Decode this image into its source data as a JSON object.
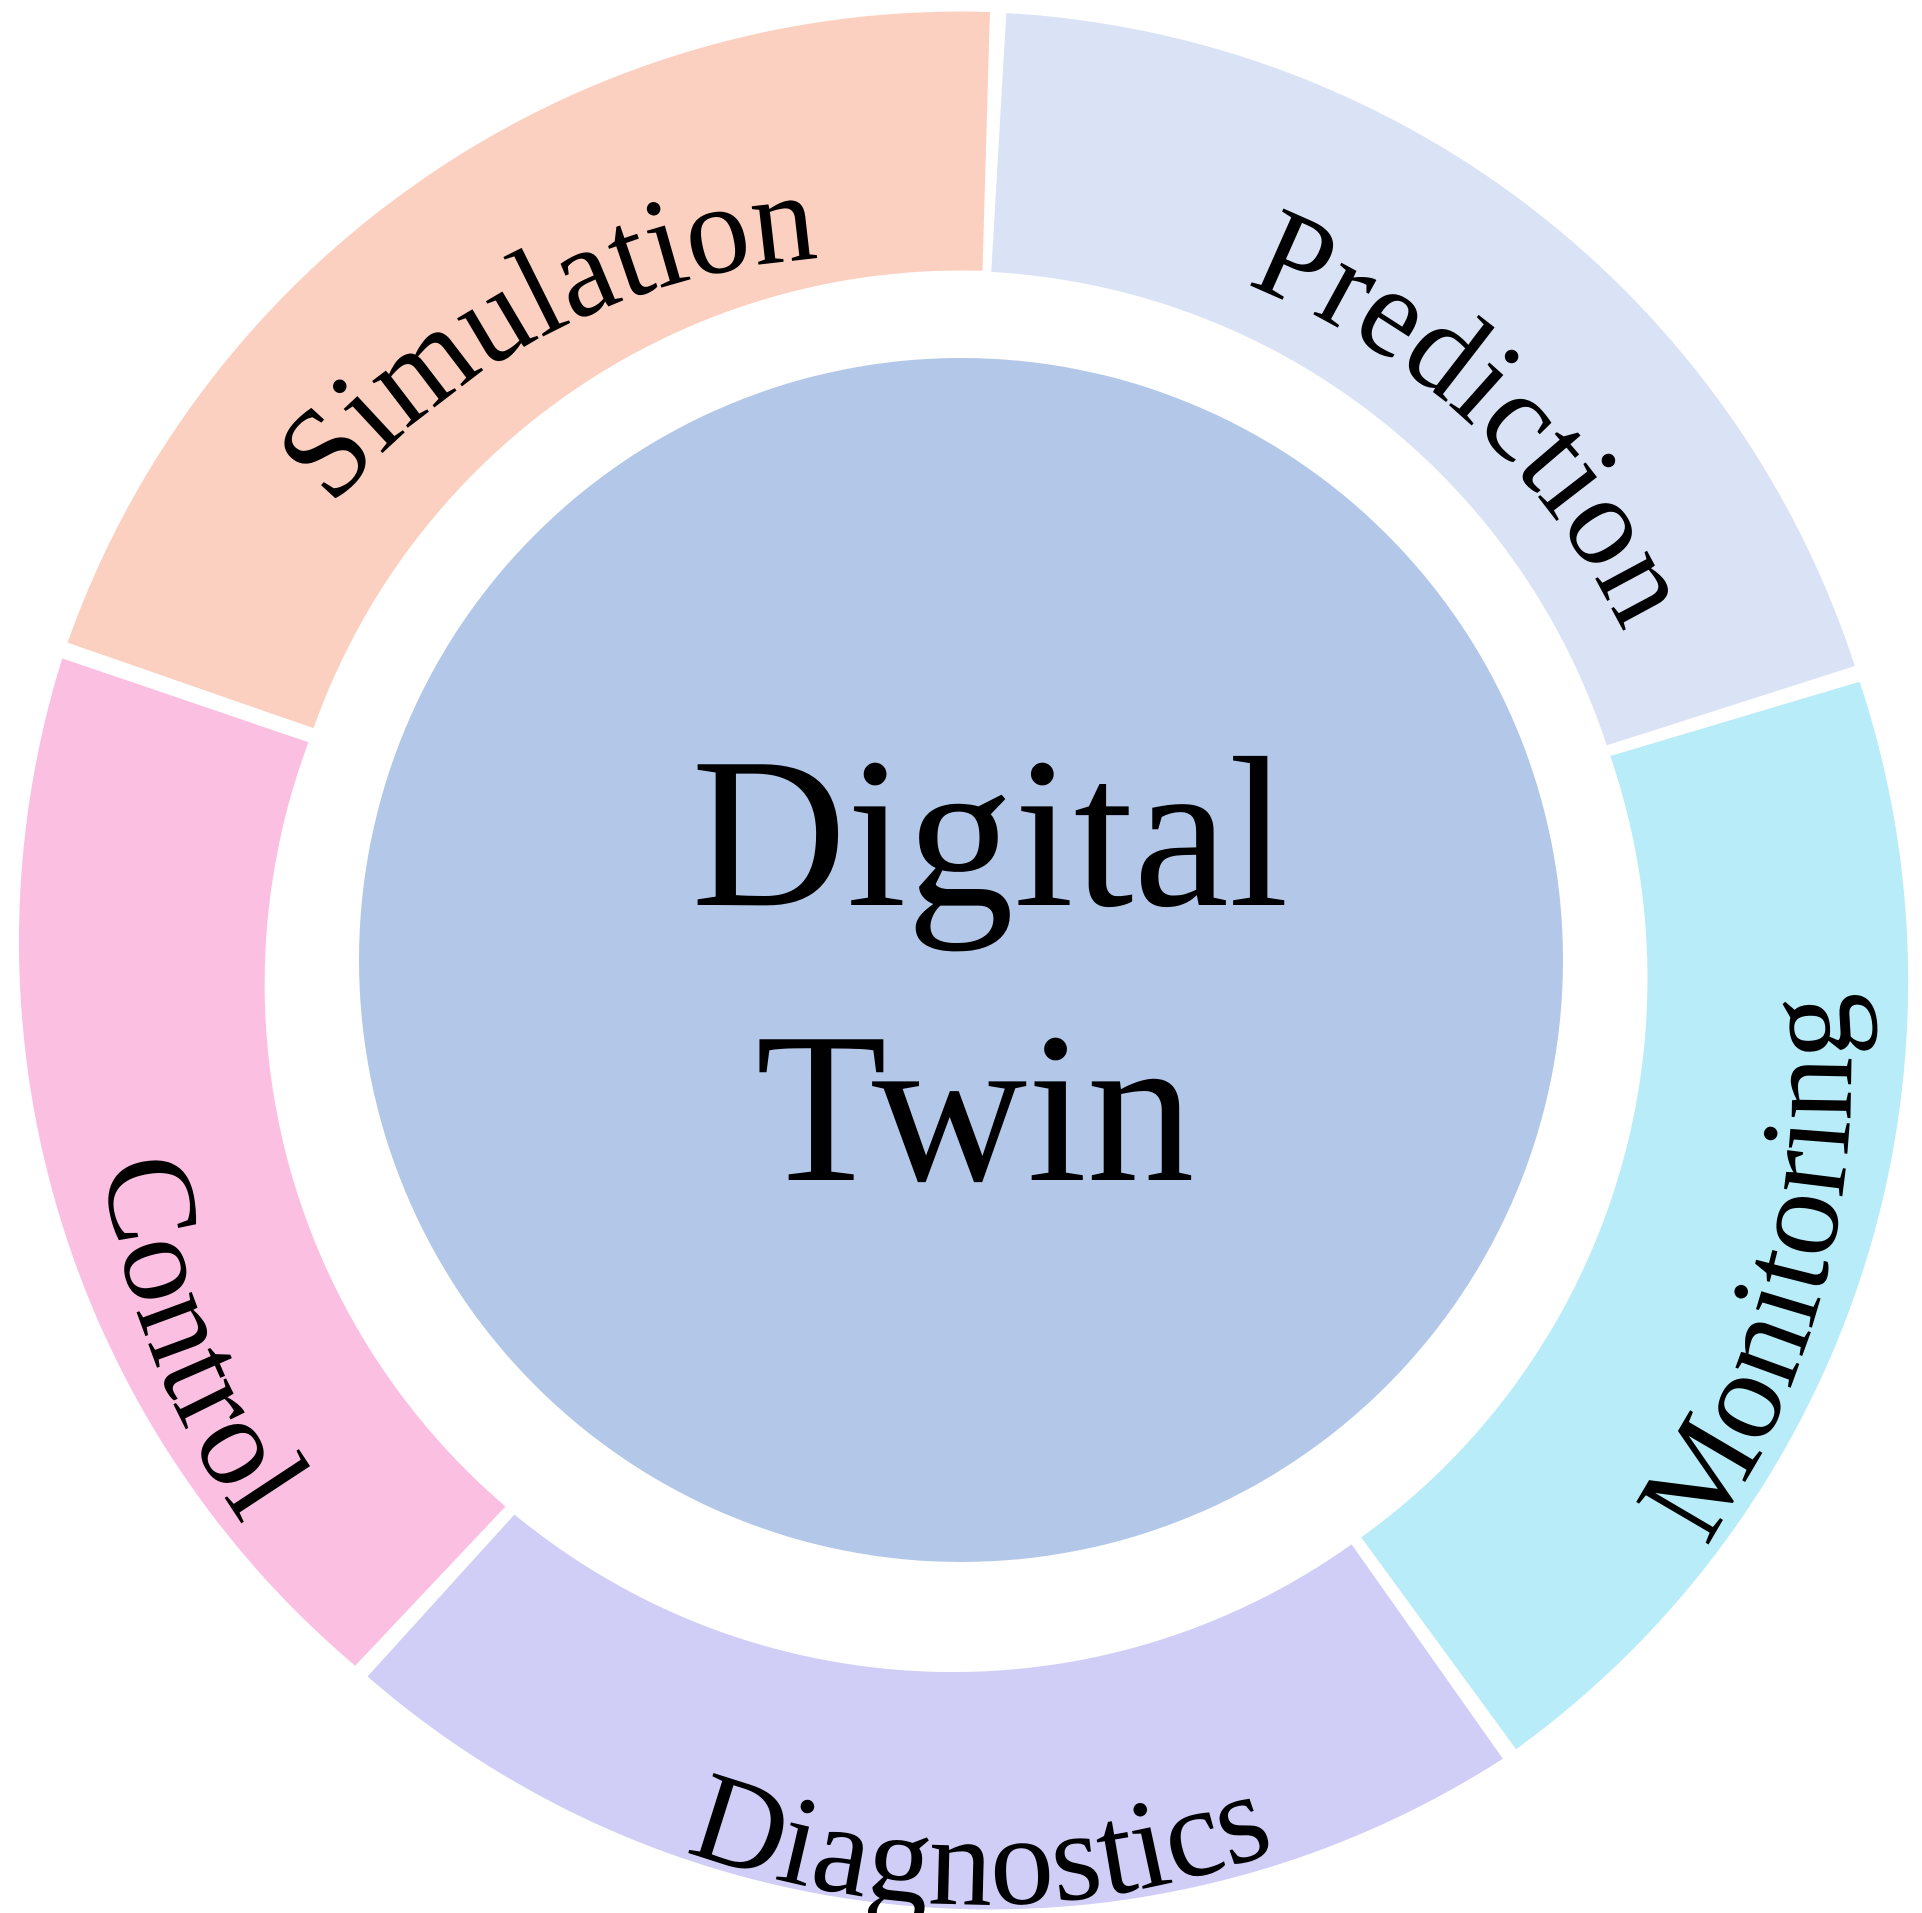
{
  "center": {
    "line1": "Digital",
    "line2": "Twin",
    "color": "#B3C7E8"
  },
  "segments": [
    {
      "label": "Simulation",
      "color": "#FCD0C0"
    },
    {
      "label": "Prediction",
      "color": "#D9E3F5"
    },
    {
      "label": "Monitoring",
      "color": "#B8ECF8"
    },
    {
      "label": "Diagnostics",
      "color": "#D0CEF7"
    },
    {
      "label": "Control",
      "color": "#FBC0E1"
    }
  ]
}
